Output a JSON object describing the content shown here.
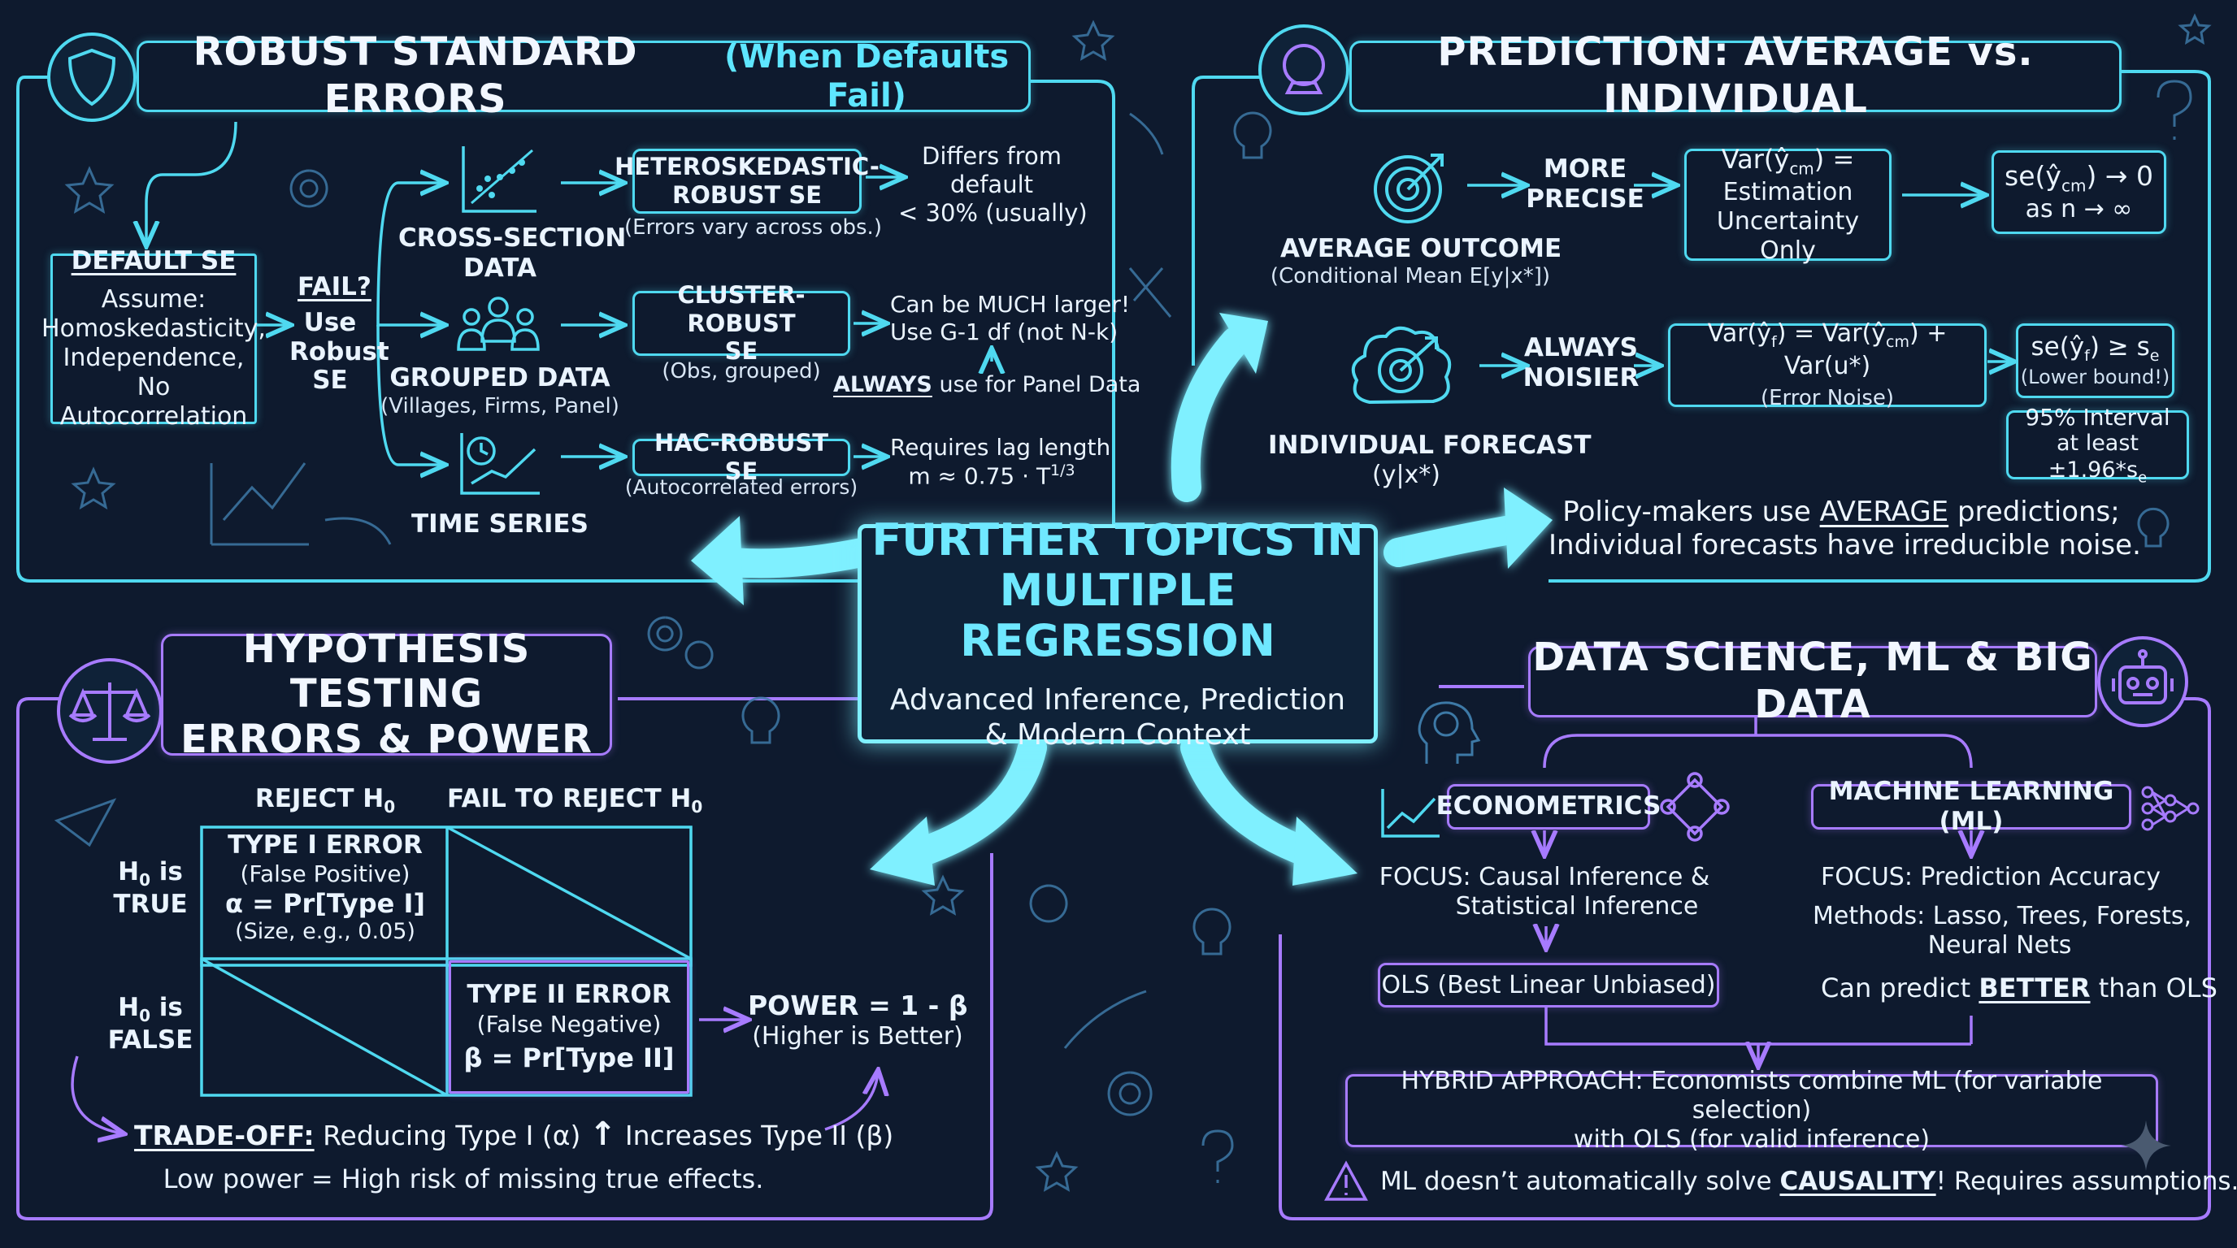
{
  "center": {
    "title_line1": "FURTHER TOPICS IN",
    "title_line2": "MULTIPLE REGRESSION",
    "subtitle_line1": "Advanced Inference, Prediction",
    "subtitle_line2": "& Modern Context"
  },
  "robust": {
    "title": "ROBUST STANDARD ERRORS",
    "title_note": "(When Defaults Fail)",
    "default_box": {
      "title": "DEFAULT SE",
      "lines": [
        "Assume:",
        "Homoskedasticity,",
        "Independence,",
        "No Autocorrelation"
      ]
    },
    "fail": {
      "question": "FAIL?",
      "lines": [
        "Use",
        "Robust",
        "SE"
      ]
    },
    "cross_section": {
      "line1": "CROSS-SECTION",
      "line2": "DATA"
    },
    "grouped": {
      "line1": "GROUPED DATA",
      "line2": "(Villages, Firms, Panel)"
    },
    "time_series": {
      "label": "TIME SERIES"
    },
    "hetero": {
      "line1": "HETEROSKEDASTIC-",
      "line2": "ROBUST SE",
      "note": "(Errors vary across obs.)"
    },
    "cluster": {
      "line1": "CLUSTER-ROBUST",
      "line2": "SE",
      "note": "(Obs, grouped)"
    },
    "hac": {
      "title": "HAC-ROBUST SE",
      "note": "(Autocorrelated errors)"
    },
    "hetero_result": [
      "Differs from",
      "default",
      "< 30% (usually)"
    ],
    "cluster_result": [
      "Can be MUCH larger!",
      "Use G-1 df (not N-k)"
    ],
    "panel_note": {
      "emph": "ALWAYS",
      "rest": " use for Panel Data"
    },
    "hac_result": {
      "line1": "Requires lag length",
      "line2": "m ≈ 0.75 · T",
      "exp": "1/3"
    }
  },
  "prediction": {
    "title": "PREDICTION: AVERAGE vs. INDIVIDUAL",
    "average": {
      "line1": "AVERAGE OUTCOME",
      "line2": "(Conditional Mean E[y|x*])"
    },
    "more_precise": [
      "MORE",
      "PRECISE"
    ],
    "var_cm": {
      "lhs": "Var(ŷ",
      "sub": "cm",
      "rhs": ") =",
      "line2": "Estimation",
      "line3": "Uncertainty Only"
    },
    "se_cm": {
      "pre": "se(ŷ",
      "sub": "cm",
      "post": ") → 0",
      "line2": "as n → ∞"
    },
    "individual": {
      "line1": "INDIVIDUAL FORECAST",
      "line2": "(y|x*)"
    },
    "always_noisier": [
      "ALWAYS",
      "NOISIER"
    ],
    "var_f": {
      "a": "Var(ŷ",
      "a_sub": "f",
      "b": ") = Var(ŷ",
      "b_sub": "cm",
      "c": ") + Var(u*)",
      "note": "(Error Noise)"
    },
    "se_f": {
      "pre": "se(ŷ",
      "sub": "f",
      "mid": ") ≥ s",
      "sub2": "e",
      "note": "(Lower bound!)"
    },
    "interval": {
      "line1": "95% Interval",
      "line2_pre": "at least ±1.96*s",
      "sub": "e"
    },
    "policy": {
      "line1_pre": "Policy-makers use ",
      "line1_emph": "AVERAGE",
      "line1_post": " predictions;",
      "line2": "Individual forecasts have irreducible noise."
    }
  },
  "hypothesis": {
    "title_line1": "HYPOTHESIS TESTING",
    "title_line2": "ERRORS & POWER",
    "col_reject": {
      "pre": "REJECT H",
      "sub": "0"
    },
    "col_fail": {
      "pre": "FAIL TO REJECT H",
      "sub": "0"
    },
    "row_true": {
      "pre": "H",
      "sub": "0",
      "post": " is",
      "line2": "TRUE"
    },
    "row_false": {
      "pre": "H",
      "sub": "0",
      "post": " is",
      "line2": "FALSE"
    },
    "type1": [
      "TYPE I ERROR",
      "(False Positive)",
      "α = Pr[Type I]",
      "(Size, e.g., 0.05)"
    ],
    "type2": [
      "TYPE II ERROR",
      "(False Negative)",
      "β = Pr[Type II]"
    ],
    "power": [
      "POWER = 1 - β",
      "(Higher is Better)"
    ],
    "tradeoff": {
      "emph": "TRADE-OFF:",
      "a": " Reducing Type I (α) ",
      "arrow": "↑",
      "b": " Increases Type II (β)"
    },
    "low_power": "Low power = High risk of missing true effects."
  },
  "datasci": {
    "title": "DATA SCIENCE, ML & BIG DATA",
    "econometrics": {
      "title": "ECONOMETRICS",
      "focus1": "FOCUS: Causal Inference &",
      "focus2": "Statistical Inference",
      "ols": "OLS (Best Linear Unbiased)"
    },
    "ml": {
      "title": "MACHINE LEARNING (ML)",
      "focus": "FOCUS: Prediction Accuracy",
      "methods1": "Methods: Lasso, Trees, Forests,",
      "methods2": "Neural Nets",
      "predict_pre": "Can predict ",
      "predict_emph": "BETTER",
      "predict_post": " than OLS"
    },
    "hybrid": {
      "line1": "HYBRID APPROACH: Economists combine ML (for variable selection)",
      "line2": "with OLS (for valid inference)"
    },
    "warning": {
      "pre": "ML doesn’t automatically solve ",
      "emph": "CAUSALITY",
      "post": "! Requires assumptions."
    }
  },
  "colors": {
    "background": "#0e1a2e",
    "cyan": "#4fd9f0",
    "purple": "#a77bff",
    "text": "#e8f2ff"
  },
  "icons": [
    "shield-icon",
    "crystal-ball-icon",
    "scales-icon",
    "robot-icon",
    "scatter-plot-icon",
    "people-group-icon",
    "clock-chart-icon",
    "target-icon",
    "cloud-target-icon",
    "brain-head-icon",
    "line-chart-icon",
    "network-icon",
    "warning-icon",
    "lightbulb-icon",
    "gear-icon",
    "star-icon",
    "question-mark-icon",
    "sparkle-icon"
  ]
}
